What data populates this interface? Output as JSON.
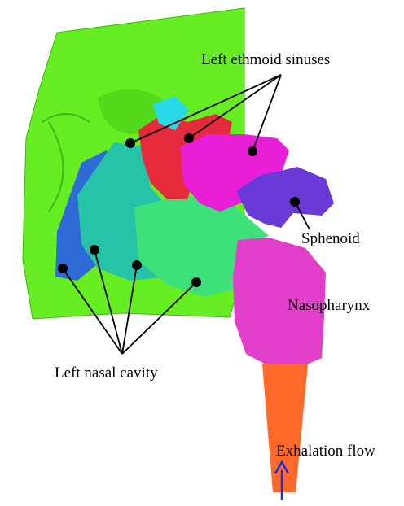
{
  "labels": {
    "ethmoid": "Left ethmoid sinuses",
    "sphenoid": "Sphenoid",
    "nasopharynx": "Nasopharynx",
    "nasal_cavity": "Left nasal cavity",
    "exhalation": "Exhalation flow"
  },
  "colors": {
    "face": "#66ee22",
    "nasal_cavity_blue": "#2f6bd6",
    "nasal_cavity_teal": "#26c3a8",
    "nasal_cavity_green": "#3ee07a",
    "ethmoid_red": "#e52a3c",
    "ethmoid_cyan": "#2ad9e8",
    "ethmoid_magenta": "#e81fd6",
    "sphenoid_purple": "#6a3ad8",
    "nasopharynx_pink": "#e13ec9",
    "trachea_orange": "#ff6a2a",
    "arrow_blue": "#1d2be0"
  }
}
